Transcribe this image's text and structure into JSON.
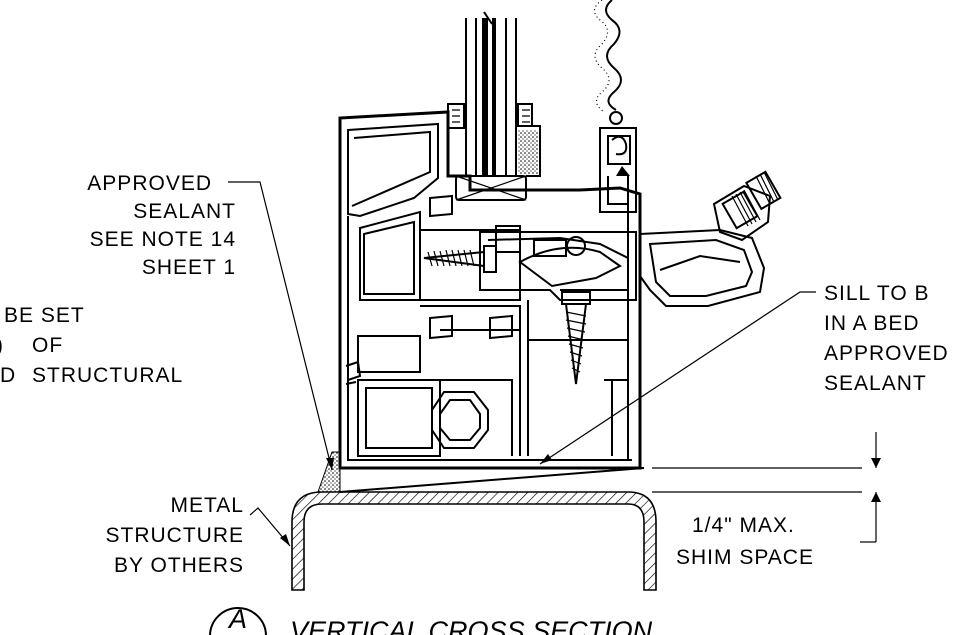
{
  "labels": {
    "approved_sealant_top": [
      "APPROVED",
      "SEALANT",
      "SEE NOTE 14",
      "SHEET 1"
    ],
    "left_note": [
      "BE SET",
      "OF",
      "STRUCTURAL"
    ],
    "left_note_partial_prefix": [
      "",
      ")",
      "D"
    ],
    "right_note": [
      "SILL TO B",
      "IN A BED",
      "APPROVED",
      "SEALANT"
    ],
    "metal_structure": [
      "METAL",
      "STRUCTURE",
      "BY OTHERS"
    ],
    "shim": [
      "1/4\" MAX.",
      "SHIM SPACE"
    ],
    "section_letter": "A",
    "section_title": "VERTICAL CROSS SECTION"
  }
}
